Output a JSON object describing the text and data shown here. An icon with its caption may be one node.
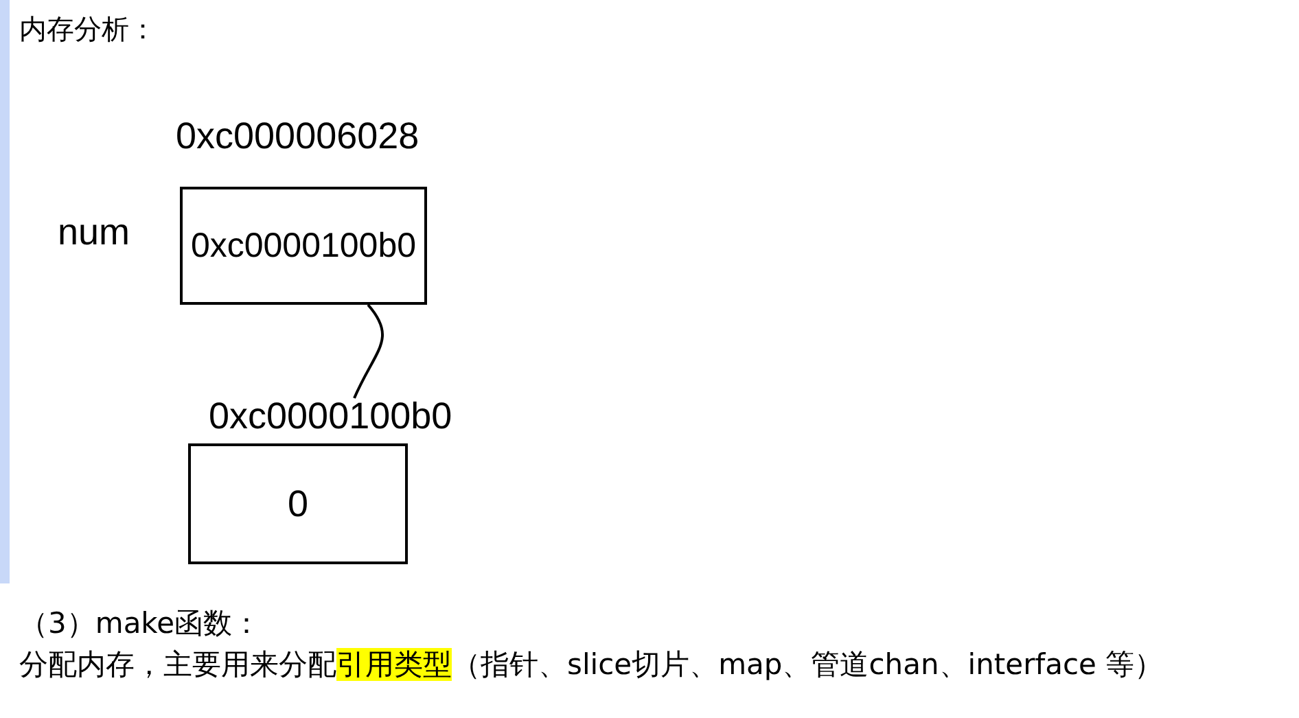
{
  "diagram": {
    "nodes": [
      {
        "text": [
          "0xc0000100b0"
        ],
        "beside": [
          "0xc000006028",
          "num"
        ]
      },
      {
        "text": [
          "0"
        ],
        "beside": [
          "0xc0000100b0"
        ]
      }
    ],
    "edges": [
      {
        "from": 0,
        "to": 1,
        "arrow": "none"
      }
    ],
    "labels": [
      "内存分析：",
      "（3）make函数：",
      "分配内存，主要用来分配**引用类型**（指针、slice切片、map、管道chan、interface 等）"
    ]
  }
}
